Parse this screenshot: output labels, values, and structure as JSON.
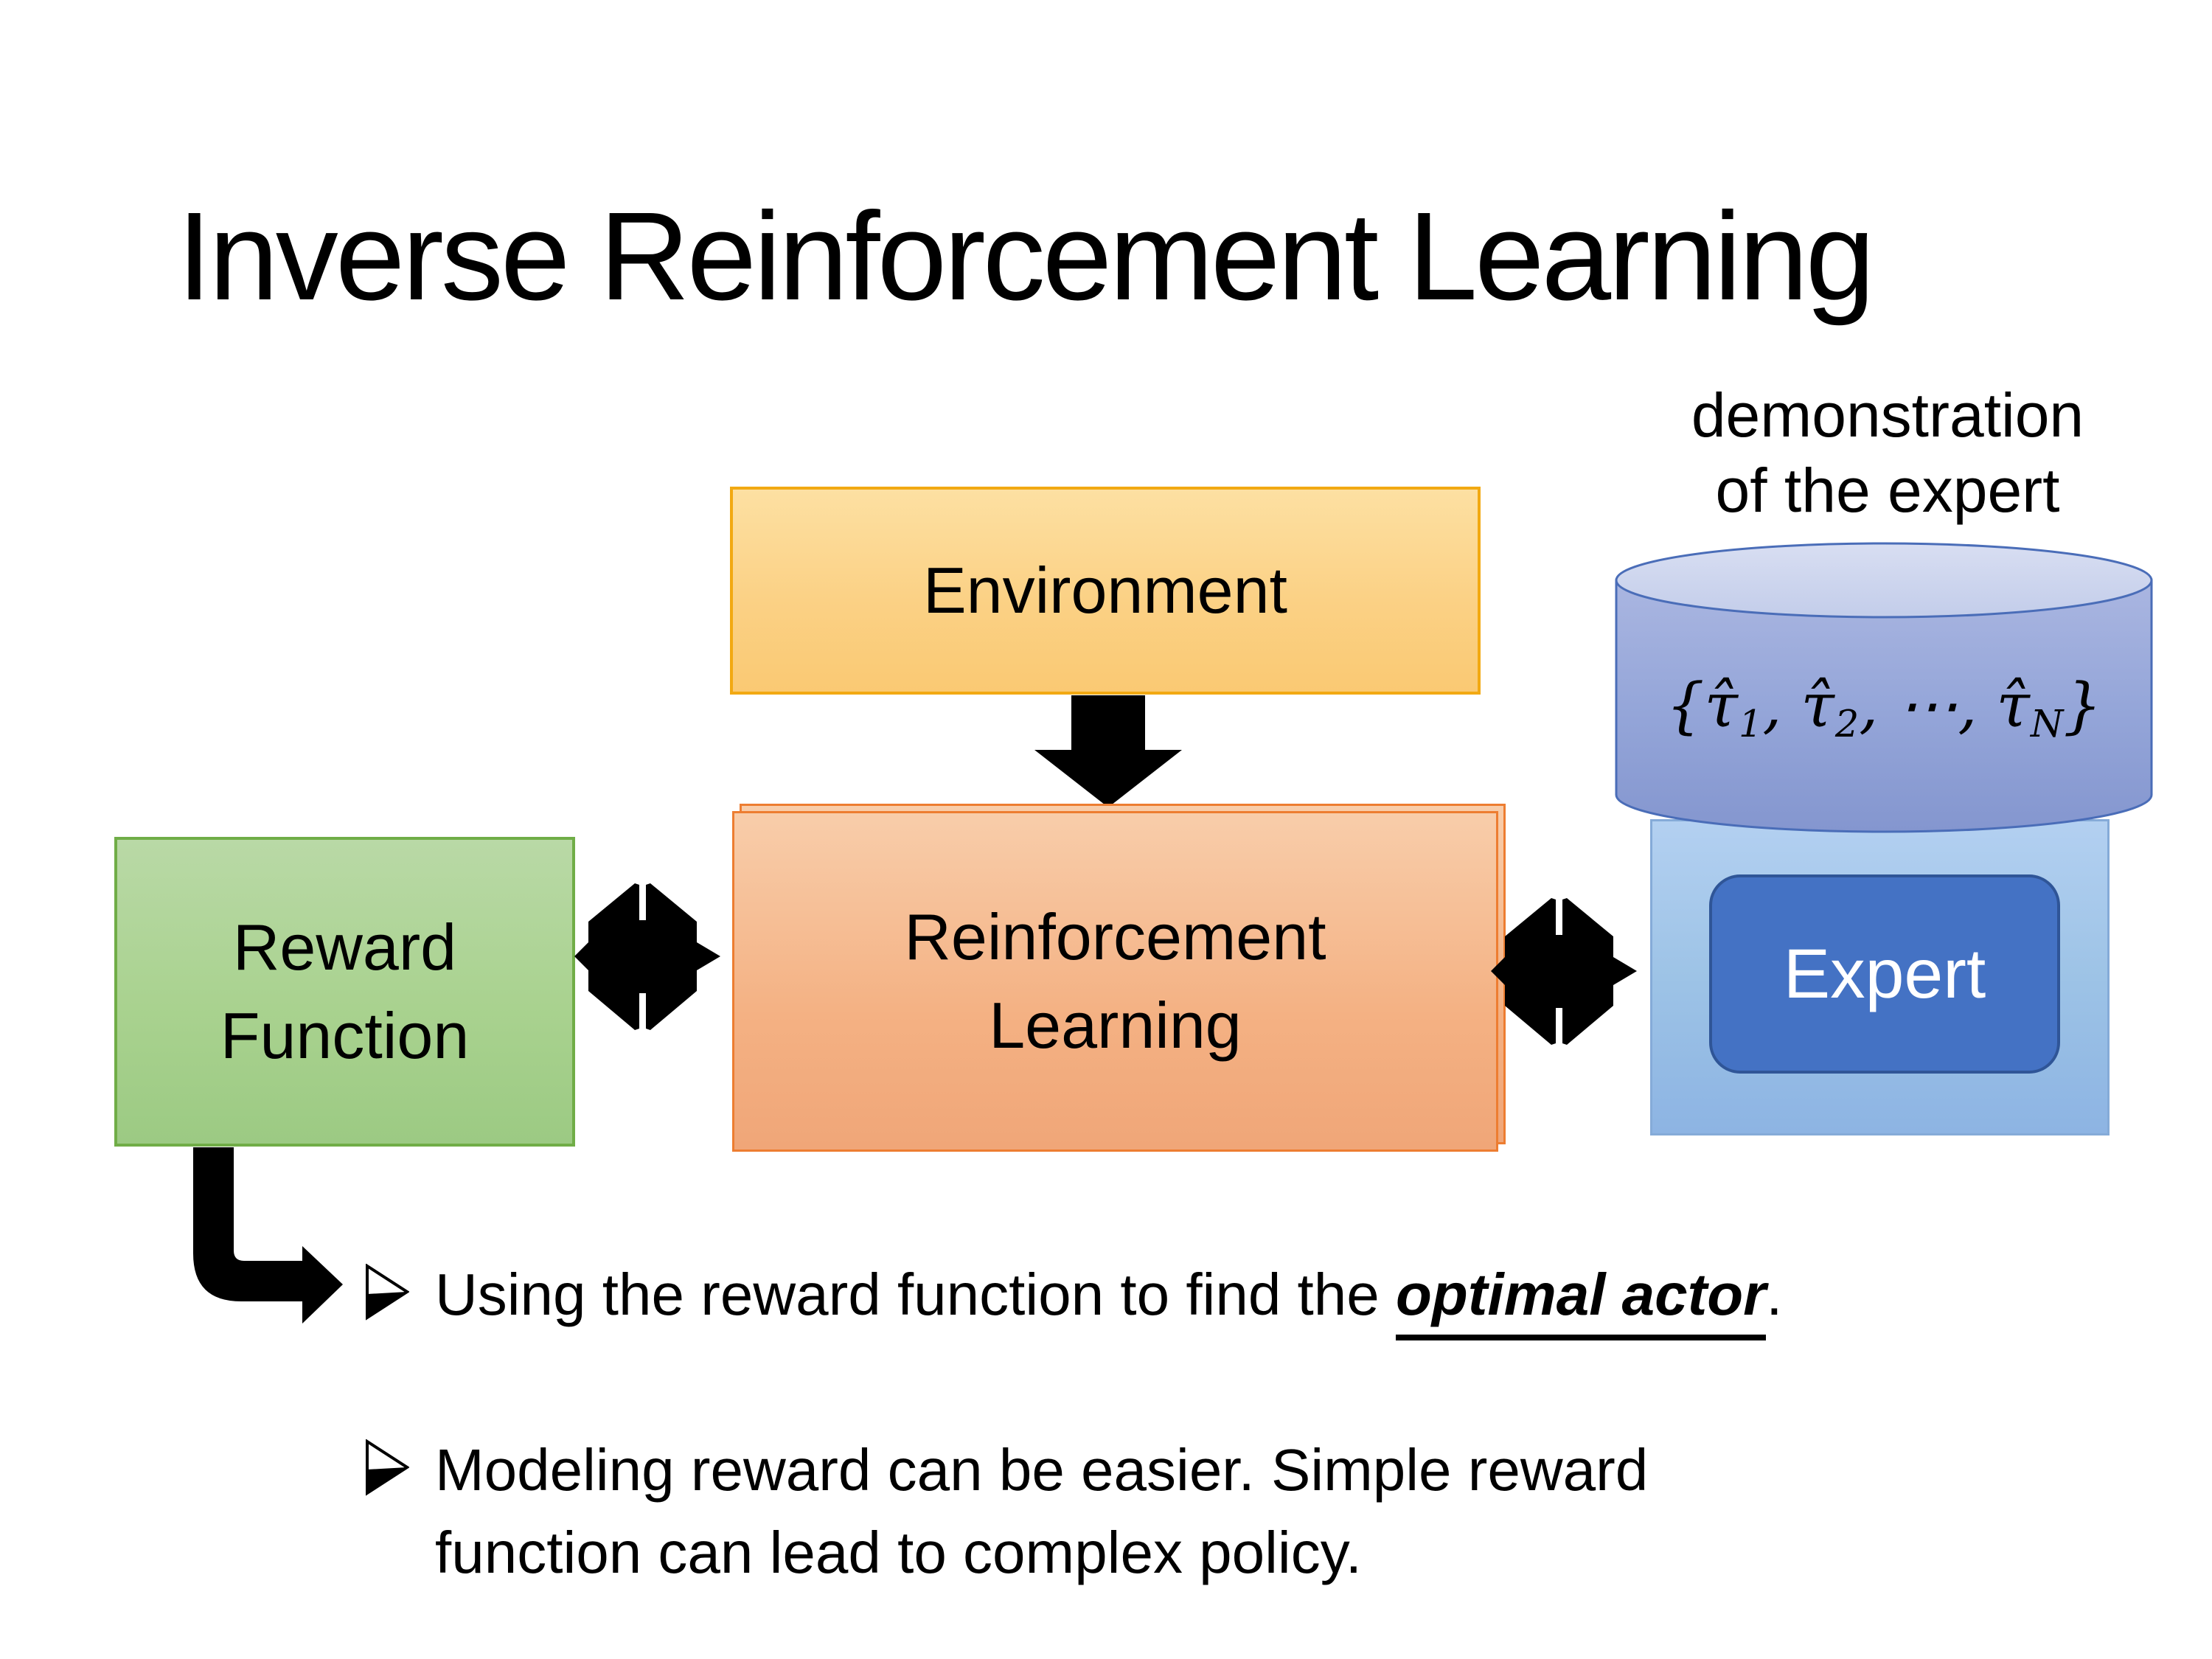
{
  "title": "Inverse Reinforcement Learning",
  "diagram": {
    "environment": {
      "label": "Environment"
    },
    "reward_function": {
      "line1": "Reward",
      "line2": "Function"
    },
    "reinforcement_learning": {
      "line1": "Reinforcement",
      "line2": "Learning"
    },
    "expert": {
      "label": "Expert"
    },
    "demonstration_caption": {
      "line1": "demonstration",
      "line2": "of the expert"
    },
    "trajectory_set": {
      "open": "{",
      "tau1": "τ̂",
      "sub1": "1",
      "sep1": ", ",
      "tau2": "τ̂",
      "sub2": "2",
      "sep2": ", ",
      "dots": "⋯",
      "sep3": ", ",
      "tau3": "τ̂",
      "sub3": "N",
      "close": "}"
    }
  },
  "bullets": {
    "item1": {
      "before": "Using the reward function to find the ",
      "highlight": "optimal actor",
      "after": "."
    },
    "item2": {
      "line1": "Modeling reward can be easier. Simple reward",
      "line2": "function can lead to complex policy."
    }
  },
  "icons": {
    "bullet_marker": "➢",
    "down_arrow": "down-block-arrow",
    "exchange_arrow": "double-exchange-arrow",
    "bent_arrow": "elbow-right-arrow"
  },
  "colors": {
    "environment_fill": "#FBD185",
    "environment_border": "#F2A912",
    "reward_fill": "#A9D28F",
    "reward_border": "#70AD47",
    "rl_fill": "#F4B183",
    "rl_border": "#ED7D31",
    "expert_container_fill": "#9DC3E6",
    "expert_box_fill": "#4472C4",
    "expert_box_border": "#2F5597",
    "cylinder_body_fill": "#95A6D9",
    "cylinder_top_fill": "#CFD8EF",
    "cylinder_border": "#4A6DB8",
    "arrow_color": "#000000",
    "text_color": "#000000",
    "background": "#FFFFFF"
  }
}
